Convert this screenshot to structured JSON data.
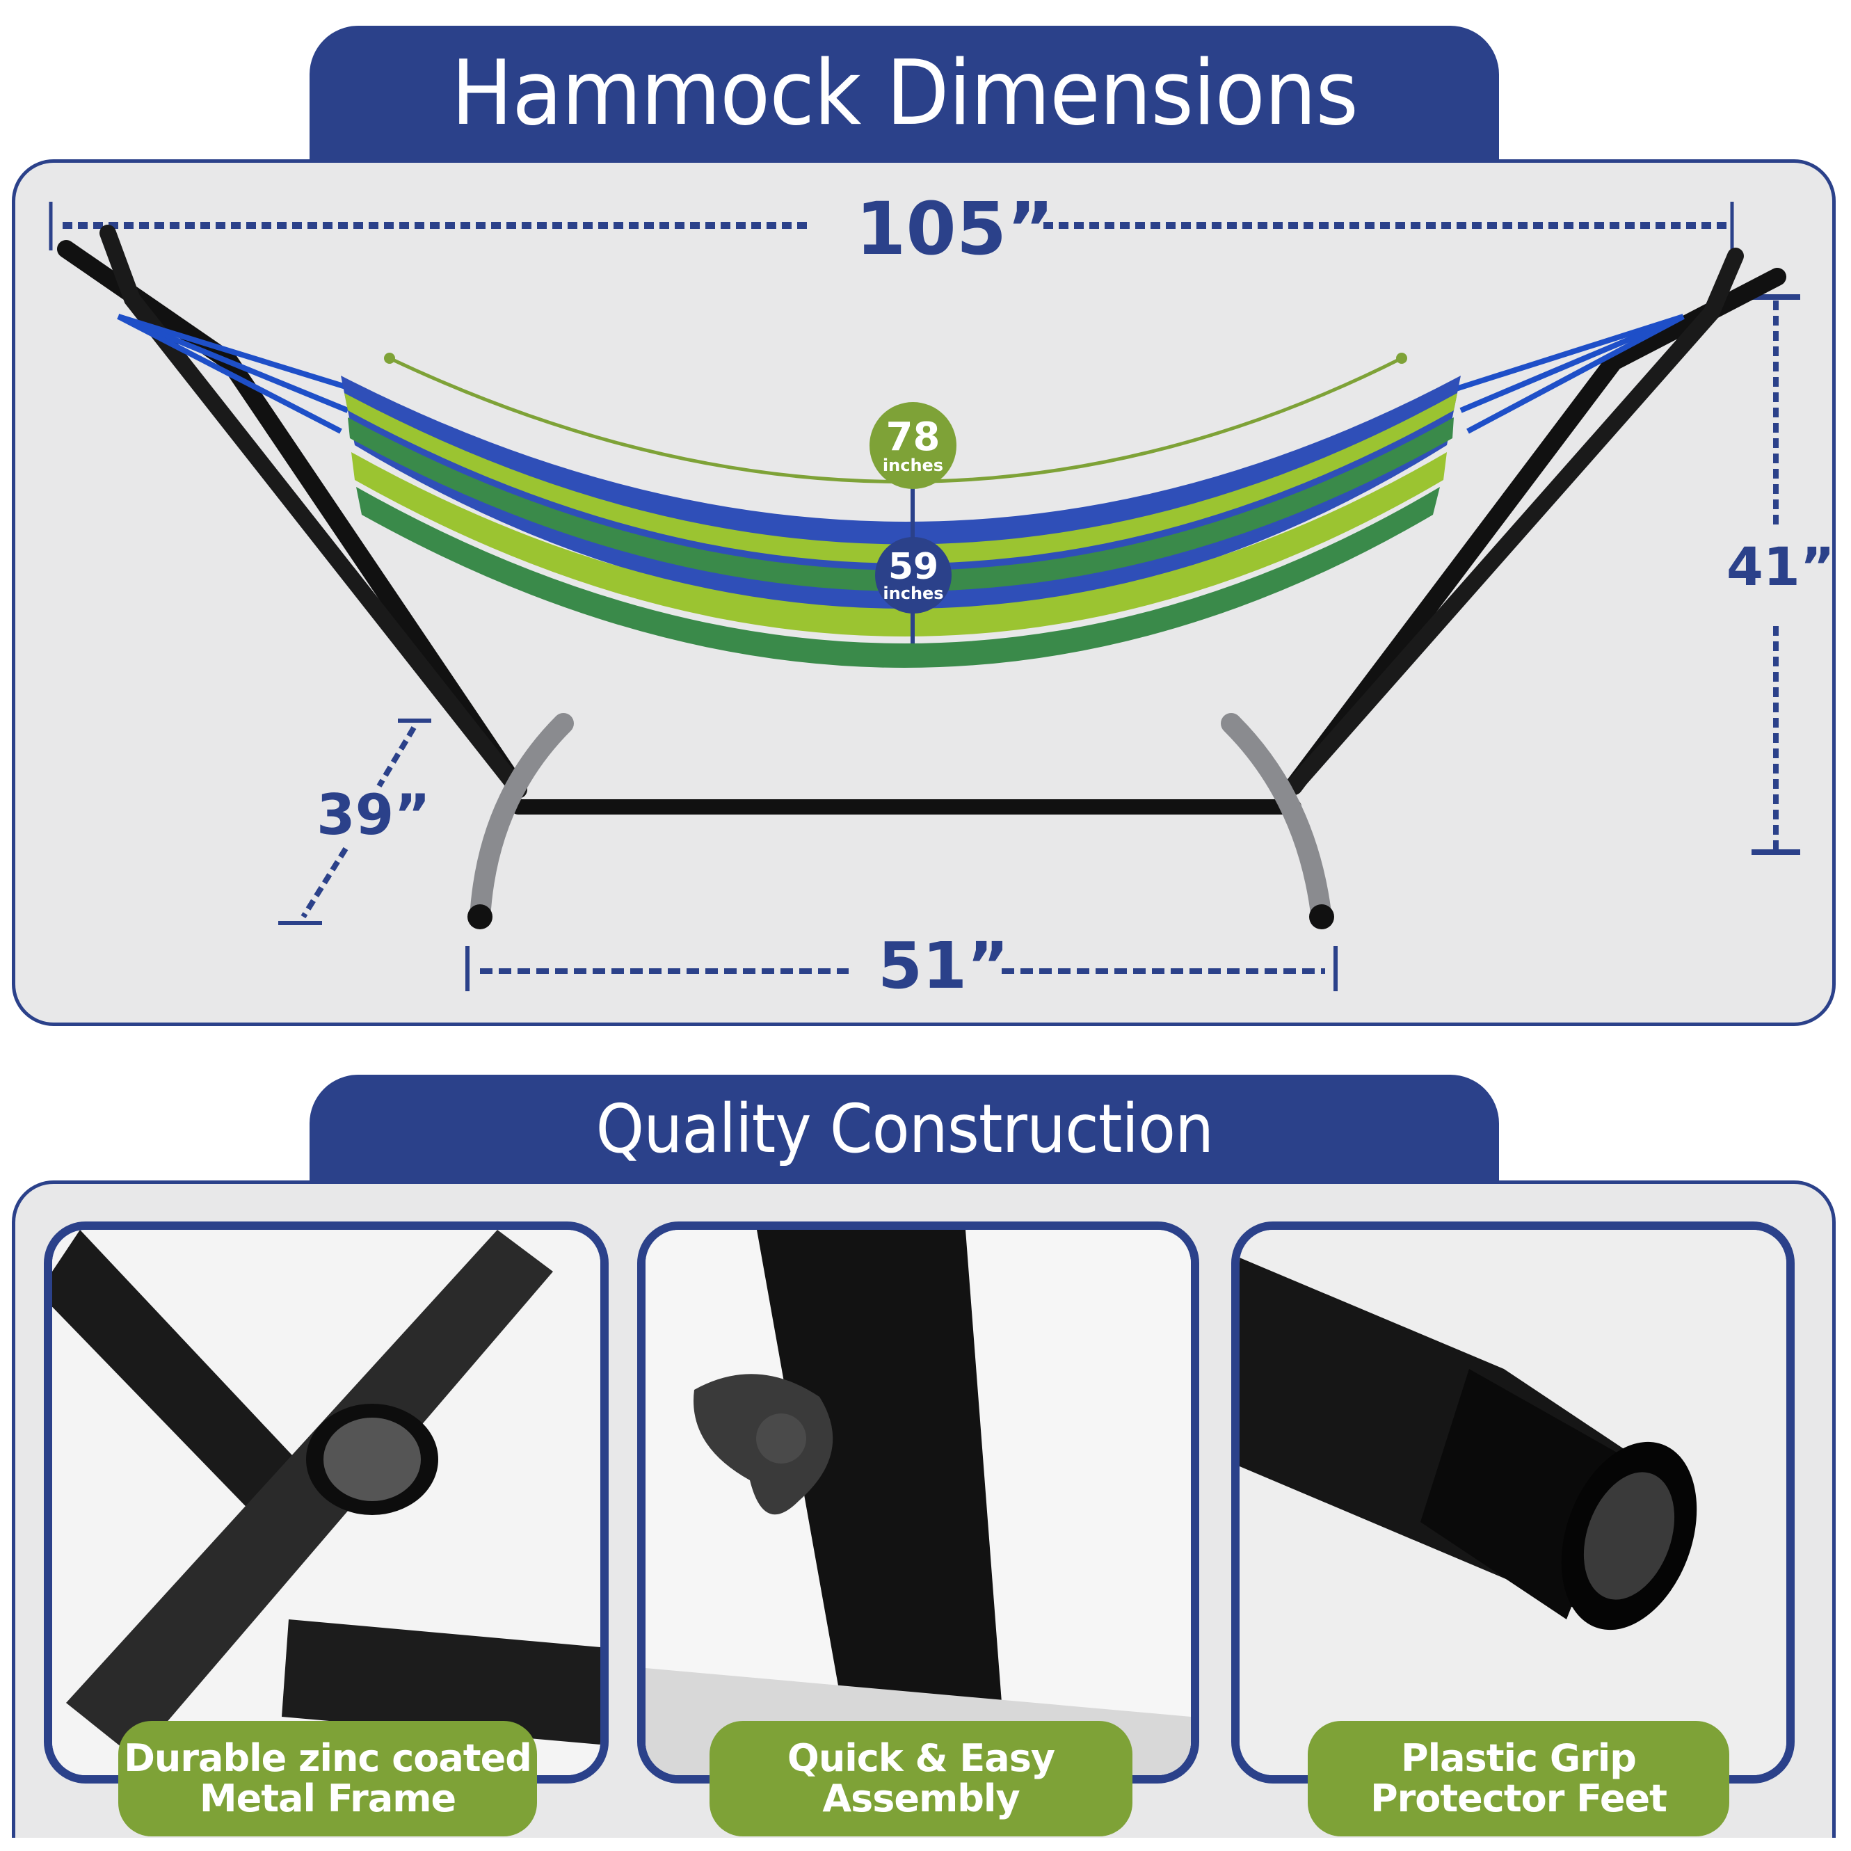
{
  "section_dimensions": {
    "title": "Hammock Dimensions",
    "total_length": "105”",
    "height": "41”",
    "base_depth": "39”",
    "base_width": "51”",
    "hammock_length": {
      "value": "78",
      "unit": "inches"
    },
    "hammock_width": {
      "value": "59",
      "unit": "inches"
    }
  },
  "section_quality": {
    "title": "Quality Construction",
    "features": [
      {
        "label_line1": "Durable zinc coated",
        "label_line2": "Metal Frame",
        "image": "frame-joint-closeup"
      },
      {
        "label_line1": "Quick & Easy",
        "label_line2": "Assembly",
        "image": "knob-fastener-closeup"
      },
      {
        "label_line1": "Plastic Grip",
        "label_line2": "Protector Feet",
        "image": "end-cap-closeup"
      }
    ]
  },
  "colors": {
    "brand_blue": "#2b418a",
    "accent_green": "#7ea237",
    "panel_bg": "#e8e8e9",
    "hammock_blue": "#2f4fb8",
    "hammock_green": "#3a8a4a",
    "hammock_lime": "#9bc431"
  }
}
